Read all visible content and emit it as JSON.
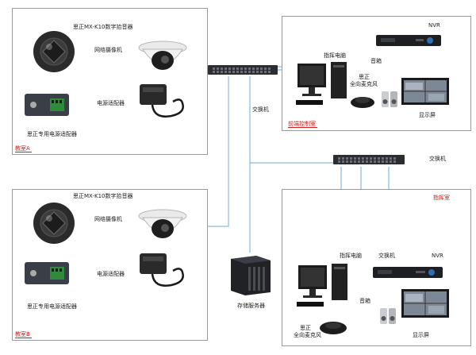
{
  "rooms": {
    "room_a": "教室A",
    "room_b": "教室B",
    "front_control": "前端控制室",
    "command": "指挥室"
  },
  "labels": {
    "pickup_a": "思正MX-K10数字拾音器",
    "pickup_b": "思正MX-K10数字拾音器",
    "camera_a": "网络摄像机",
    "camera_b": "网络摄像机",
    "power_a": "电源适配器",
    "power_b": "电源适配器",
    "sz_adapter_a": "思正专用电源适配器",
    "sz_adapter_b": "思正专用电源适配器",
    "switch_top": "交换机",
    "switch_mid": "交换机",
    "nvr_top": "NVR",
    "nvr_bottom": "NVR",
    "pc_top": "指挥电脑",
    "pc_bottom": "指挥电脑",
    "speaker_top": "音箱",
    "speaker_bottom": "音箱",
    "mic_top_1": "思正",
    "mic_top_2": "全向麦克风",
    "mic_bottom_1": "思正",
    "mic_bottom_2": "全向麦克风",
    "monitor_top": "显示屏",
    "monitor_bottom": "显示屏",
    "storage": "存储服务器",
    "switch_cmd": "交换机"
  },
  "colors": {
    "line": "#6fa8d6",
    "red": "#d21b1b",
    "border": "#9a9a9a"
  }
}
